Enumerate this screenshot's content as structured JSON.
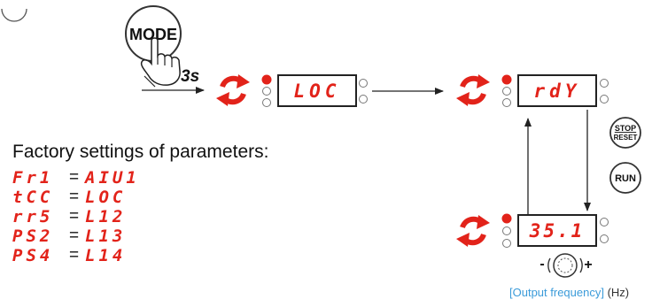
{
  "heading": "Factory settings of parameters:",
  "parameters": [
    {
      "code": "Fr1",
      "value": "AIU1"
    },
    {
      "code": "tCC",
      "value": "LOC"
    },
    {
      "code": "rr5",
      "value": "L12"
    },
    {
      "code": "PS2",
      "value": "L13"
    },
    {
      "code": "PS4",
      "value": "L14"
    }
  ],
  "buttons": {
    "mode": "MODE",
    "stop_line1": "STOP",
    "stop_line2": "RESET",
    "run": "RUN"
  },
  "press_duration": "3s",
  "displays": {
    "first": "LOC",
    "second": "rdY",
    "third": "35.1"
  },
  "jog_minus": "-",
  "jog_plus": "+",
  "caption": {
    "name": "[Output frequency]",
    "unit": "(Hz)"
  },
  "colors": {
    "display_red": "#e2231a",
    "led_on": "#e2231a",
    "caption_blue": "#3b9bd9"
  }
}
